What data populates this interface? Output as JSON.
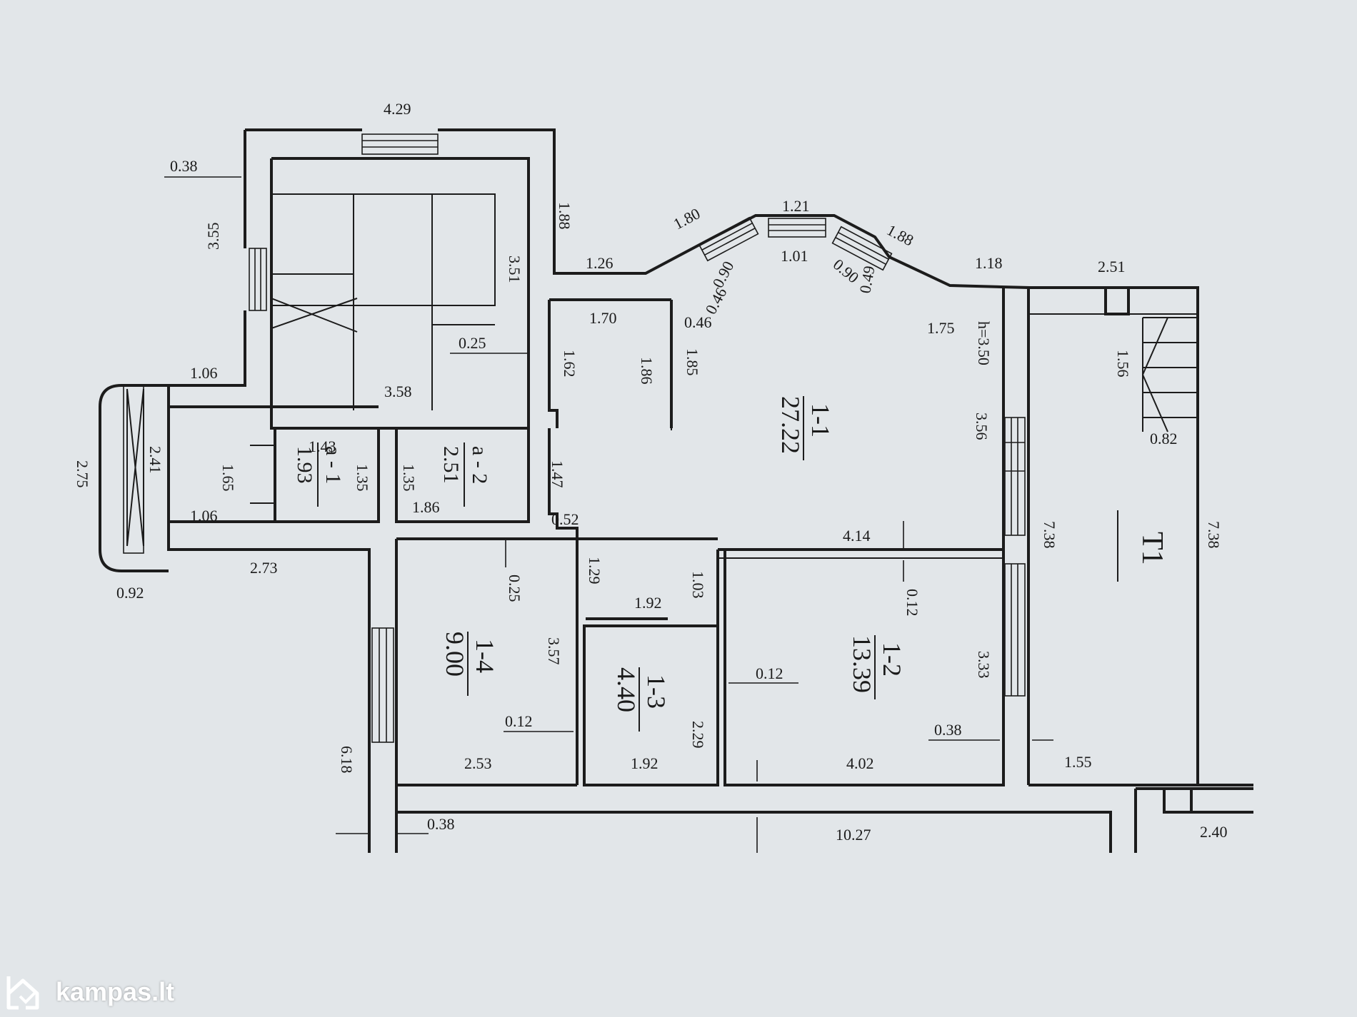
{
  "rooms": {
    "r1_1": {
      "id": "1-1",
      "area": "27.22"
    },
    "r1_2": {
      "id": "1-2",
      "area": "13.39"
    },
    "r1_3": {
      "id": "1-3",
      "area": "4.40"
    },
    "r1_4": {
      "id": "1-4",
      "area": "9.00"
    },
    "ra_1": {
      "id": "a - 1",
      "area": "1.93"
    },
    "ra_2": {
      "id": "a - 2",
      "area": "2.51"
    },
    "t1": {
      "id": "T1"
    }
  },
  "dims": {
    "d01": "4.29",
    "d02": "0.38",
    "d03": "1.88",
    "d04": "3.55",
    "d05": "3.51",
    "d06": "1.26",
    "d07": "1.80",
    "d08": "1.21",
    "d09": "0.90",
    "d10": "1.01",
    "d11": "0.90",
    "d12": "1.88",
    "d13": "0.46",
    "d14": "0.49",
    "d15": "1.18",
    "d16": "2.51",
    "d17": "1.70",
    "d18": "0.46",
    "d19": "1.75",
    "d20": "h=3.50",
    "d21": "0.25",
    "d22": "1.62",
    "d23": "1.86",
    "d24": "1.85",
    "d25": "1.56",
    "d26": "1.06",
    "d27": "3.58",
    "d28": "3.56",
    "d29": "0.82",
    "d30": "2.75",
    "d31": "2.41",
    "d32": "1.65",
    "d33": "1.43",
    "d34": "1.35",
    "d35": "1.35",
    "d36": "1.47",
    "d37": "1.06",
    "d38": "1.86",
    "d39": "0.52",
    "d40": "4.14",
    "d41": "7.38",
    "d42": "7.38",
    "d43": "2.73",
    "d44": "0.92",
    "d45": "0.25",
    "d46": "1.29",
    "d47": "1.03",
    "d48": "1.92",
    "d49": "0.12",
    "d50": "3.57",
    "d51": "0.12",
    "d52": "3.33",
    "d53": "0.12",
    "d54": "2.29",
    "d55": "0.38",
    "d56": "2.53",
    "d57": "1.92",
    "d58": "4.02",
    "d59": "1.55",
    "d60": "6.18",
    "d61": "0.38",
    "d62": "10.27",
    "d63": "2.40"
  },
  "logo": {
    "text": "kampas.lt"
  }
}
